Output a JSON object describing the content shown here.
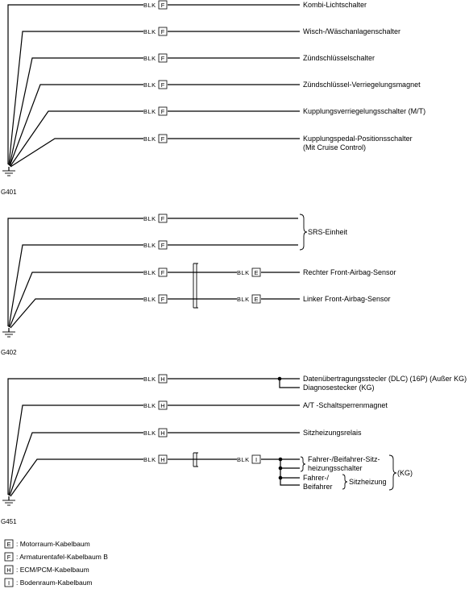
{
  "groups": [
    {
      "ground": "G401",
      "rows": [
        {
          "wire": "BLK",
          "harness": "F",
          "label": "Kombi-Lichtschalter"
        },
        {
          "wire": "BLK",
          "harness": "F",
          "label": "Wisch-/Wäschanlagenschalter"
        },
        {
          "wire": "BLK",
          "harness": "F",
          "label": "Zündschlüsselschalter"
        },
        {
          "wire": "BLK",
          "harness": "F",
          "label": "Zündschlüssel-Verriegelungsmagnet"
        },
        {
          "wire": "BLK",
          "harness": "F",
          "label": "Kupplungsverriegelungsschalter (M/T)"
        },
        {
          "wire": "BLK",
          "harness": "F",
          "label": "Kupplungspedal-Positionsschalter",
          "label2": "(Mit Cruise Control)"
        }
      ]
    },
    {
      "ground": "G402",
      "rows": [
        {
          "wire": "BLK",
          "harness": "F"
        },
        {
          "wire": "BLK",
          "harness": "F"
        },
        {
          "wire": "BLK",
          "harness": "F",
          "wire2": "BLK",
          "harness2": "E",
          "label": "Rechter Front-Airbag-Sensor"
        },
        {
          "wire": "BLK",
          "harness": "F",
          "wire2": "BLK",
          "harness2": "E",
          "label": "Linker Front-Airbag-Sensor"
        }
      ],
      "brace_label": "SRS-Einheit"
    },
    {
      "ground": "G451",
      "rows": [
        {
          "wire": "BLK",
          "harness": "H",
          "label": "Datenübertragungsstecler (DLC) (16P) (Außer KG)",
          "label2": "Diagnosestecker (KG)"
        },
        {
          "wire": "BLK",
          "harness": "H",
          "label": "A/T -Schaltsperrenmagnet"
        },
        {
          "wire": "BLK",
          "harness": "H",
          "label": "Sitzheizungsrelais"
        },
        {
          "wire": "BLK",
          "harness": "H",
          "wire2": "BLK",
          "harness2": "I"
        }
      ],
      "seat": {
        "item1_line1": "Fahrer-/Beifahrer-Sitz-",
        "item1_line2": "heizungsschalter",
        "item2_line1": "Fahrer-/",
        "item2_line2": "Beifahrer",
        "brace_inner": "Sitzheizung",
        "brace_outer": "(KG)"
      }
    }
  ],
  "legend": [
    {
      "code": "E",
      "text": ": Motorraum-Kabelbaum"
    },
    {
      "code": "F",
      "text": ": Armaturentafel-Kabelbaum B"
    },
    {
      "code": "H",
      "text": ": ECM/PCM-Kabelbaum"
    },
    {
      "code": "I",
      "text": ": Bodenraum-Kabelbaum"
    }
  ]
}
